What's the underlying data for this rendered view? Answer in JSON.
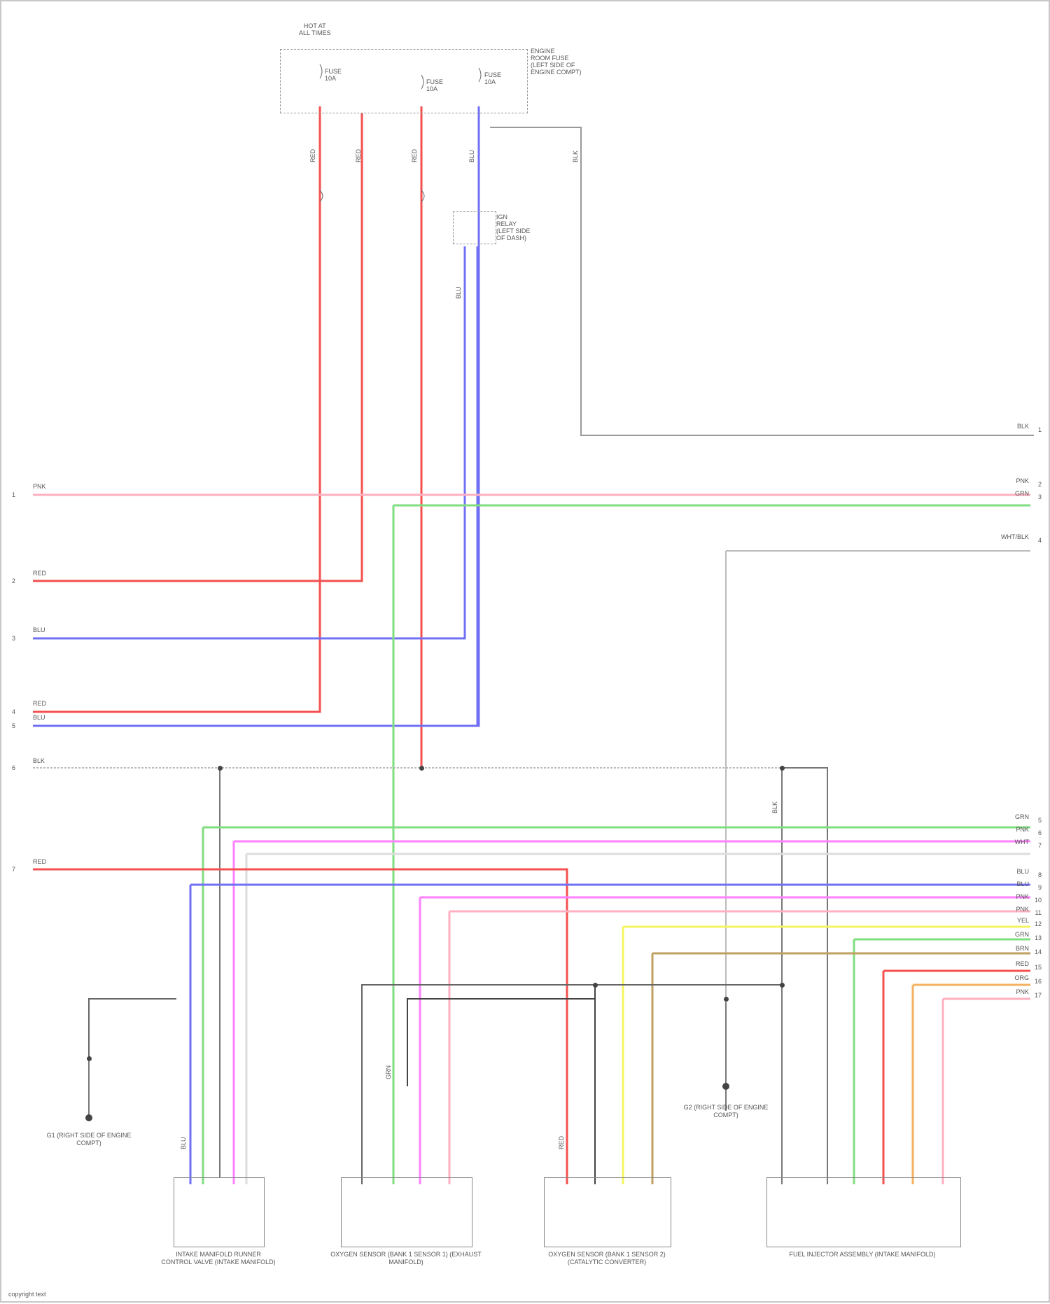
{
  "diagram": {
    "fuse_box_header": "HOT AT\nALL TIMES",
    "fuse_box_note": "ENGINE\nROOM FUSE\n(LEFT SIDE OF\nENGINE COMPT)",
    "fuses": [
      "FUSE\n10A",
      "FUSE\n10A",
      "FUSE\n10A"
    ],
    "relay_label": "IGN\nRELAY\n(LEFT SIDE\nOF DASH)",
    "ground_left_caption": "G1\n(RIGHT SIDE OF\nENGINE COMPT)",
    "ground_mid_caption": "G2\n(RIGHT SIDE OF\nENGINE COMPT)",
    "components": [
      "INTAKE MANIFOLD RUNNER\nCONTROL VALVE (INTAKE\nMANIFOLD)",
      "OXYGEN SENSOR\n(BANK 1 SENSOR 1)\n(EXHAUST MANIFOLD)",
      "OXYGEN SENSOR\n(BANK 1 SENSOR 2)\n(CATALYTIC CONVERTER)",
      "FUEL INJECTOR ASSEMBLY\n(INTAKE MANIFOLD)"
    ],
    "left_wire_labels": [
      "PNK",
      "RED",
      "BLU",
      "RED",
      "BLU",
      "BLK",
      "RED"
    ],
    "left_pin_numbers": [
      "1",
      "2",
      "3",
      "4",
      "5",
      "6",
      "7"
    ],
    "right_wire_labels": [
      "BLK",
      "PNK",
      "GRN",
      "WHT/BLK",
      "GRN",
      "PNK",
      "WHT",
      "BLU",
      "BLU",
      "PNK",
      "PNK",
      "YEL",
      "GRN",
      "BRN",
      "RED",
      "ORG",
      "PNK"
    ],
    "right_pin_numbers": [
      "1",
      "2",
      "3",
      "4",
      "5",
      "6",
      "7",
      "8",
      "9",
      "10",
      "11",
      "12",
      "13",
      "14",
      "15",
      "16",
      "17"
    ],
    "vertical_wire_labels": [
      "RED",
      "RED",
      "RED",
      "BLU",
      "BLU",
      "BLK",
      "GRN",
      "BLU",
      "RED",
      "BLK"
    ],
    "footer": "copyright text"
  }
}
